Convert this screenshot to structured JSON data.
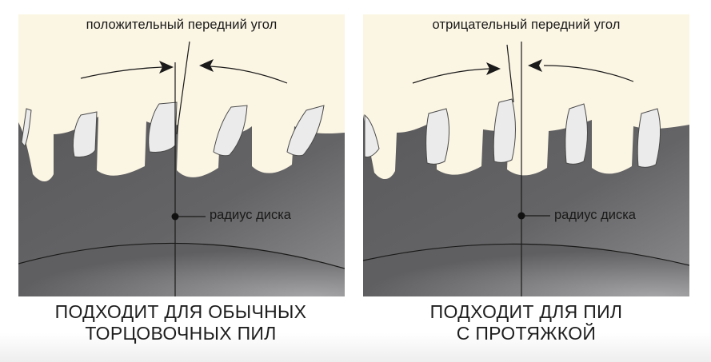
{
  "left_panel": {
    "angle_label": "положительный передний угол",
    "radius_label": "радиус диска",
    "caption_line1": "ПОДХОДИТ ДЛЯ ОБЫЧНЫХ",
    "caption_line2": "ТОРЦОВОЧНЫХ ПИЛ"
  },
  "right_panel": {
    "angle_label": "отрицательный передний угол",
    "radius_label": "радиус диска",
    "caption_line1": "ПОДХОДИТ ДЛЯ ПИЛ",
    "caption_line2": "С ПРОТЯЖКОЙ"
  },
  "colors": {
    "background_cream": "#fbf5e3",
    "blade_dark": "#5e5e60",
    "blade_light": "#8a8a8c",
    "tooth_tip": "#e9e9ea",
    "line": "#1a1a1a"
  }
}
